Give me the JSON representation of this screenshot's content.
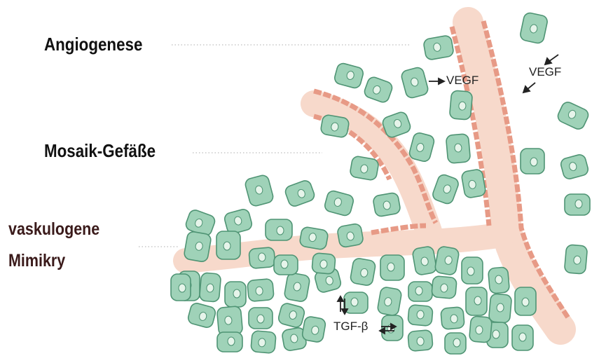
{
  "labels": {
    "angiogenese": "Angiogenese",
    "mosaik": "Mosaik-Gefäße",
    "vaskulogene_line1": "vaskulogene",
    "vaskulogene_line2": "Mimikry"
  },
  "factors": {
    "vegf_1": "VEGF",
    "vegf_2": "VEGF",
    "tgf": "TGF-β"
  },
  "colors": {
    "cell_fill": "#9fd2b8",
    "cell_stroke": "#4f9474",
    "nucleus": "#e6f4ea",
    "vessel": "#f7d9cb",
    "endothelial": "#e79a86",
    "endothelial_outline": "#8a7fb7",
    "leader": "#b8b8b8"
  }
}
